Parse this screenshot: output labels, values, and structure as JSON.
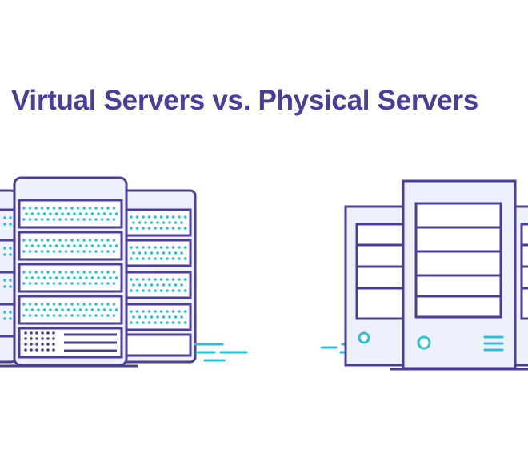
{
  "header": {
    "title": "Virtual Servers vs. Physical Servers"
  },
  "colors": {
    "outline": "#4b3d9a",
    "dot": "#2ec0d4",
    "panel": "#eef0fb",
    "background": "#ffffff"
  },
  "illustrations": [
    {
      "name": "virtual-servers-rack",
      "icon": "server-rack-icon"
    },
    {
      "name": "physical-servers-tower",
      "icon": "server-tower-icon"
    }
  ]
}
